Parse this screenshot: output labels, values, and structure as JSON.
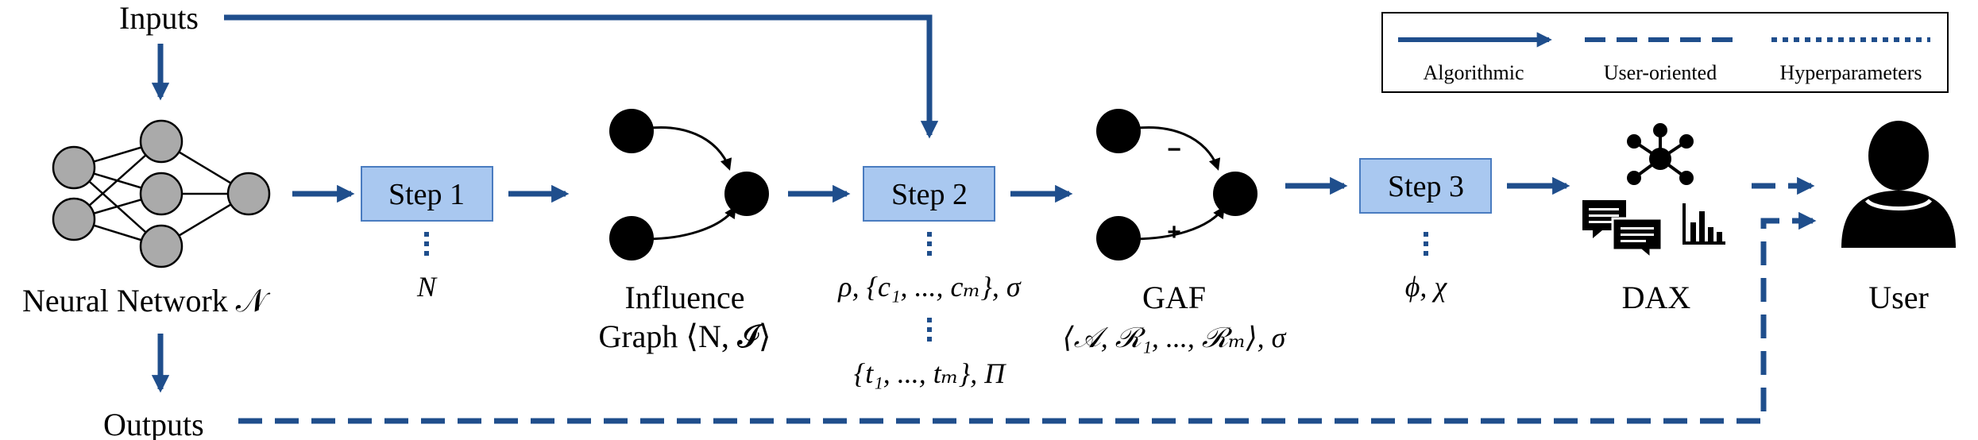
{
  "labels": {
    "inputs": "Inputs",
    "outputs": "Outputs",
    "neural_network": "Neural Network 𝒩",
    "influence_line1": "Influence",
    "influence_line2": "Graph ⟨N, 𝓘⟩",
    "gaf": "GAF",
    "gaf_math": "⟨𝒜, ℛ₁, ..., ℛₘ⟩, σ",
    "dax": "DAX",
    "user": "User"
  },
  "steps": {
    "step1": "Step 1",
    "step2": "Step 2",
    "step3": "Step 3"
  },
  "hyperparams": {
    "step1": "N",
    "step2_a": "ρ, {c₁, ..., cₘ}, σ",
    "step2_b": "{t₁, ..., tₘ}, Π",
    "step3": "ϕ, χ"
  },
  "gaf_signs": {
    "attack": "−",
    "support": "+"
  },
  "legend": {
    "algorithmic": "Algorithmic",
    "user_oriented": "User-oriented",
    "hyperparameters": "Hyperparameters"
  },
  "icons": [
    "neural-network-icon",
    "graph-icon",
    "network-icon",
    "chat-icon",
    "bar-chart-icon",
    "user-icon"
  ],
  "colors": {
    "arrow": "#1f4e8c",
    "step_fill": "#a9c8f0",
    "step_stroke": "#4a7cc0",
    "node_gray": "#aaaaaa",
    "black": "#000000"
  }
}
